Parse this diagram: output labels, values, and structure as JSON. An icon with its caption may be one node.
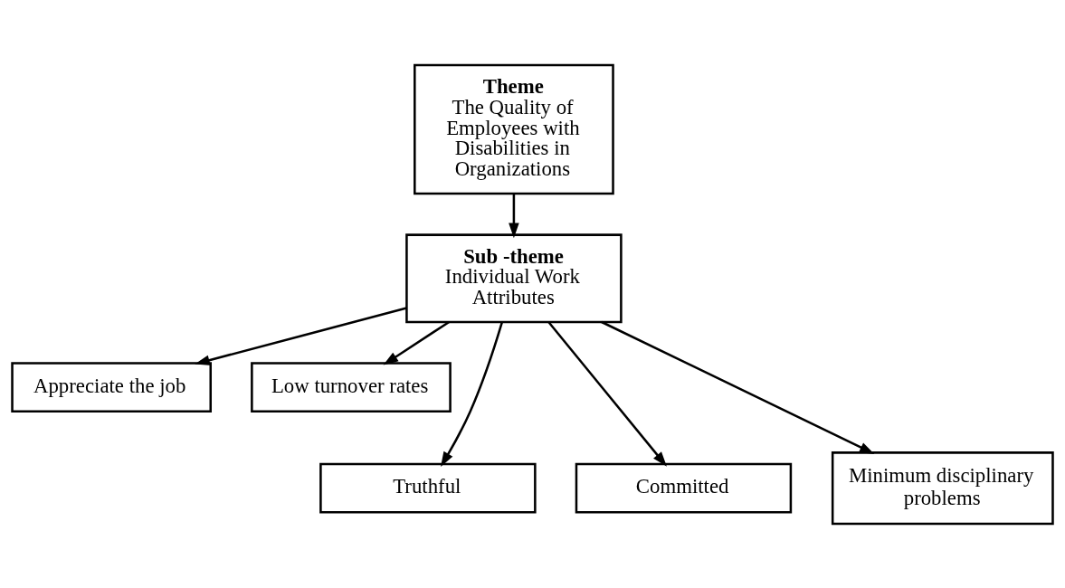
{
  "diagram": {
    "nodes": [
      {
        "text": [
          "Theme",
          "The Quality of Employees with Disabilities in Organizations"
        ]
      },
      {
        "text": [
          "Sub -theme",
          "Individual Work Attributes"
        ]
      },
      {
        "text": [
          "Appreciate the job"
        ]
      },
      {
        "text": [
          "Low turnover rates"
        ]
      },
      {
        "text": [
          "Truthful"
        ]
      },
      {
        "text": [
          "Committed"
        ]
      },
      {
        "text": [
          "Minimum disciplinary problems"
        ]
      }
    ],
    "edges": [
      {
        "from": 0,
        "to": 1,
        "arrow": "to"
      },
      {
        "from": 1,
        "to": 2,
        "arrow": "to"
      },
      {
        "from": 1,
        "to": 3,
        "arrow": "to"
      },
      {
        "from": 1,
        "to": 4,
        "arrow": "to"
      },
      {
        "from": 1,
        "to": 5,
        "arrow": "to"
      },
      {
        "from": 1,
        "to": 6,
        "arrow": "to"
      }
    ]
  }
}
